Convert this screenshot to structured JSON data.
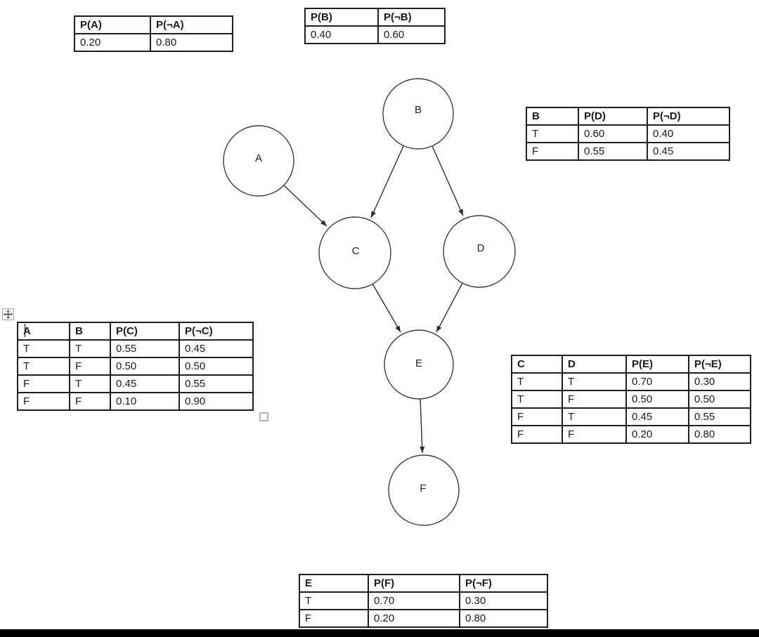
{
  "graph": {
    "nodes": [
      {
        "id": "a",
        "label": "A"
      },
      {
        "id": "b",
        "label": "B"
      },
      {
        "id": "c",
        "label": "C"
      },
      {
        "id": "d",
        "label": "D"
      },
      {
        "id": "e",
        "label": "E"
      },
      {
        "id": "f",
        "label": "F"
      }
    ],
    "edges": [
      "A→C",
      "B→C",
      "B→D",
      "C→E",
      "D→E",
      "E→F"
    ]
  },
  "cpt": {
    "a": {
      "headers": [
        "P(A)",
        "P(¬A)"
      ],
      "rows": [
        [
          "0.20",
          "0.80"
        ]
      ]
    },
    "b": {
      "headers": [
        "P(B)",
        "P(¬B)"
      ],
      "rows": [
        [
          "0.40",
          "0.60"
        ]
      ]
    },
    "d": {
      "headers": [
        "B",
        "P(D)",
        "P(¬D)"
      ],
      "rows": [
        [
          "T",
          "0.60",
          "0.40"
        ],
        [
          "F",
          "0.55",
          "0.45"
        ]
      ]
    },
    "c": {
      "headers": [
        "A",
        "B",
        "P(C)",
        "P(¬C)"
      ],
      "rows": [
        [
          "T",
          "T",
          "0.55",
          "0.45"
        ],
        [
          "T",
          "F",
          "0.50",
          "0.50"
        ],
        [
          "F",
          "T",
          "0.45",
          "0.55"
        ],
        [
          "F",
          "F",
          "0.10",
          "0.90"
        ]
      ]
    },
    "e": {
      "headers": [
        "C",
        "D",
        "P(E)",
        "P(¬E)"
      ],
      "rows": [
        [
          "T",
          "T",
          "0.70",
          "0.30"
        ],
        [
          "T",
          "F",
          "0.50",
          "0.50"
        ],
        [
          "F",
          "T",
          "0.45",
          "0.55"
        ],
        [
          "F",
          "F",
          "0.20",
          "0.80"
        ]
      ]
    },
    "f": {
      "headers": [
        "E",
        "P(F)",
        "P(¬F)"
      ],
      "rows": [
        [
          "T",
          "0.70",
          "0.30"
        ],
        [
          "F",
          "0.20",
          "0.80"
        ]
      ]
    }
  },
  "colors": {
    "background": "#ffffff",
    "table_border": "#1f1f1f",
    "node_stroke": "#3d3d3d",
    "edge": "#303030",
    "bottom_bar": "#000000",
    "handle_border": "#a6a6a6"
  }
}
